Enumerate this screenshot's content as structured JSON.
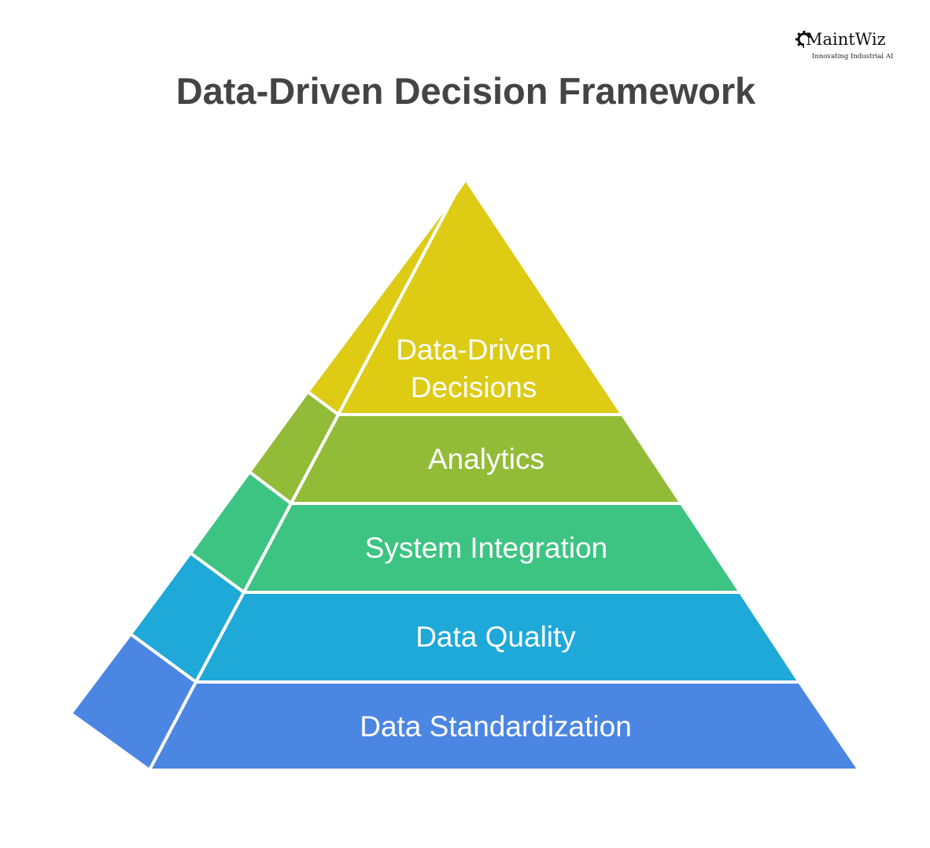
{
  "title": "Data-Driven Decision Framework",
  "logo": {
    "name": "MaintWiz",
    "tagline": "Innovating Industrial AI",
    "icon": "gear-icon"
  },
  "pyramid": {
    "levels": [
      {
        "label_line1": "Data-Driven",
        "label_line2": "Decisions",
        "color": "#DDCB14",
        "level": 5
      },
      {
        "label": "Analytics",
        "color": "#92BC38",
        "level": 4
      },
      {
        "label": "System Integration",
        "color": "#3DC482",
        "level": 3
      },
      {
        "label": "Data Quality",
        "color": "#1EA9D8",
        "level": 2
      },
      {
        "label": "Data Standardization",
        "color": "#4C86E3",
        "level": 1
      }
    ],
    "divider_color": "#FFFFFF"
  }
}
